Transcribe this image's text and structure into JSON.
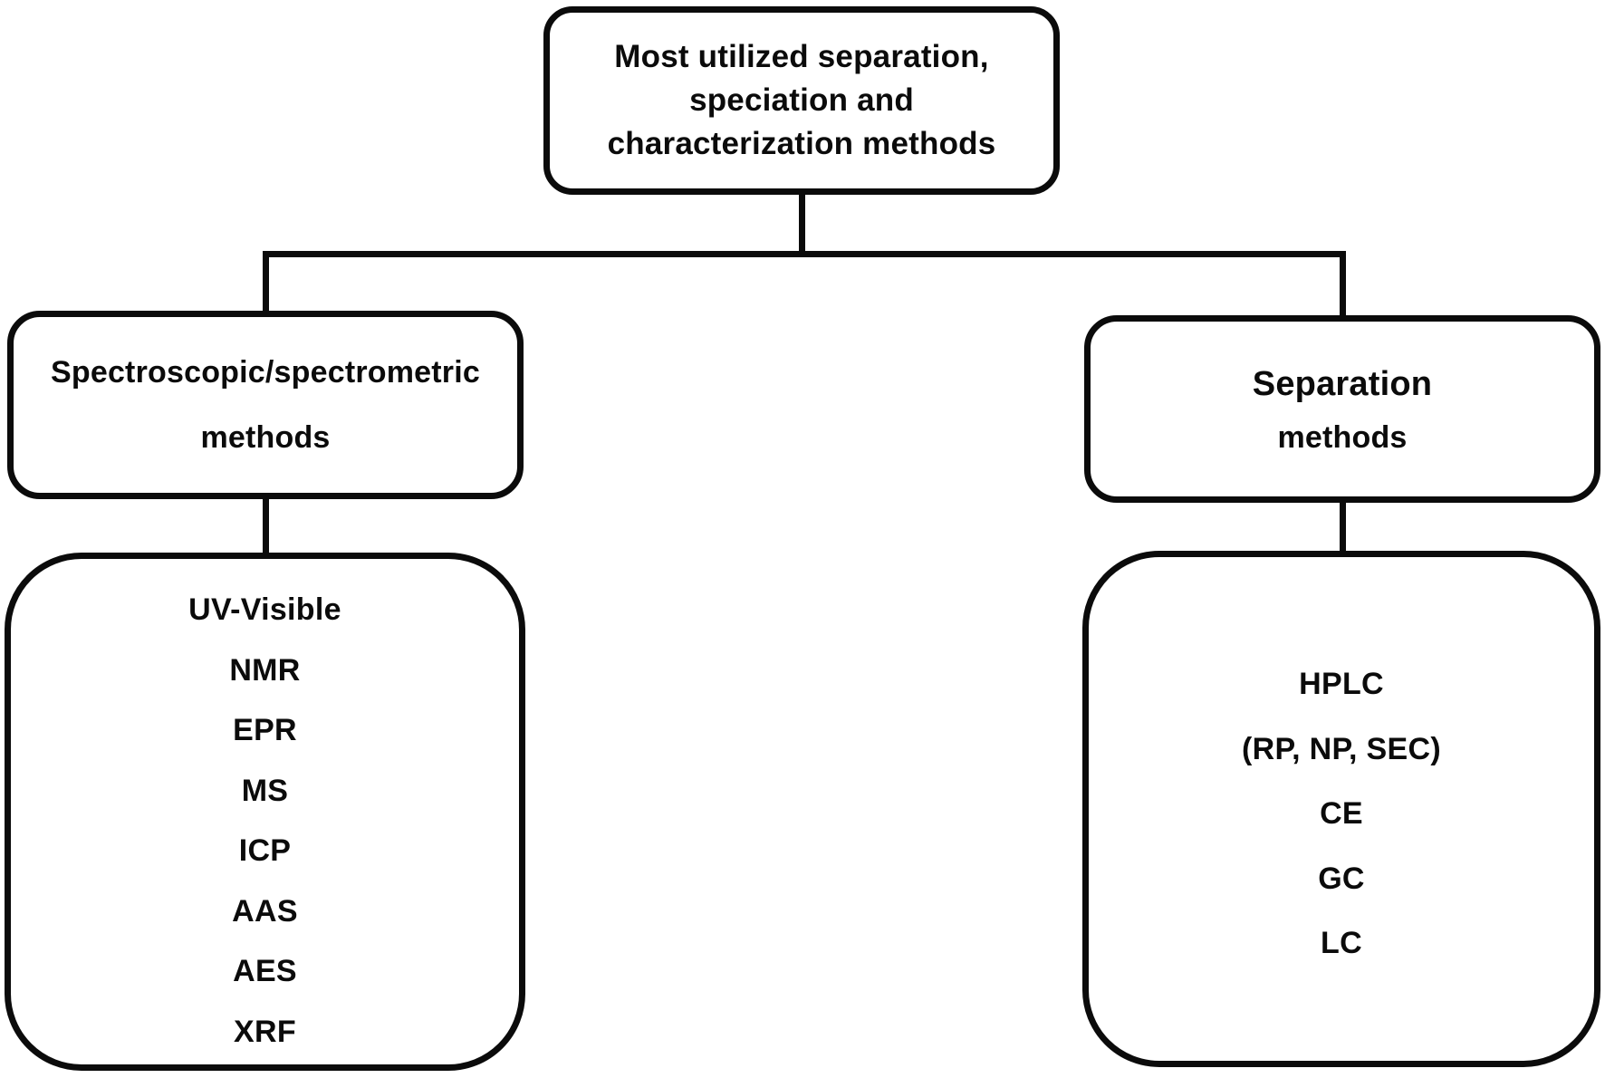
{
  "colors": {
    "ink": "#0b0b0b",
    "background": "#ffffff"
  },
  "root": {
    "title_lines": [
      "Most utilized separation,",
      "speciation and",
      "characterization methods"
    ]
  },
  "branches": {
    "left": {
      "title_line1": "Spectroscopic/spectrometric",
      "title_line2": "methods",
      "items": [
        "UV-Visible",
        "NMR",
        "EPR",
        "MS",
        "ICP",
        "AAS",
        "AES",
        "XRF"
      ]
    },
    "right": {
      "title_line1": "Separation",
      "title_line2": "methods",
      "items": [
        "HPLC",
        "(RP, NP, SEC)",
        "CE",
        "GC",
        "LC"
      ]
    }
  }
}
